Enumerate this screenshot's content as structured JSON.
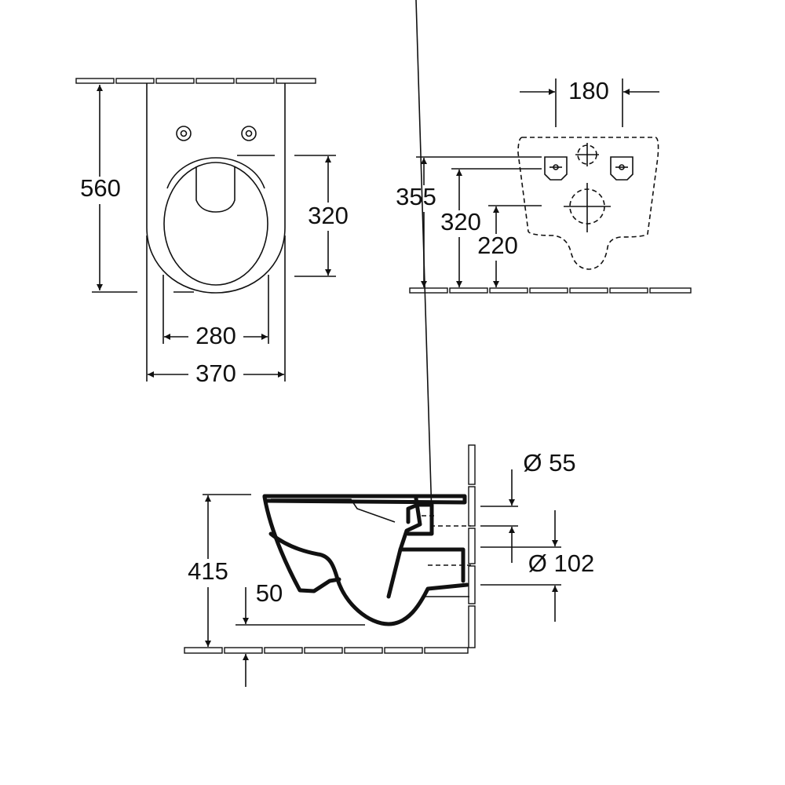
{
  "plan_view": {
    "depth": "560",
    "seat_depth": "320",
    "inner_width": "280",
    "outer_width": "370"
  },
  "rear_view": {
    "bolt_spacing": "180",
    "height_a": "355",
    "height_b": "320",
    "height_c": "220"
  },
  "side_view": {
    "rim_height": "415",
    "water_depth": "50",
    "inlet_diameter": "Ø 55",
    "outlet_diameter": "Ø 102"
  },
  "colors": {
    "line": "#111111",
    "background": "#ffffff"
  }
}
